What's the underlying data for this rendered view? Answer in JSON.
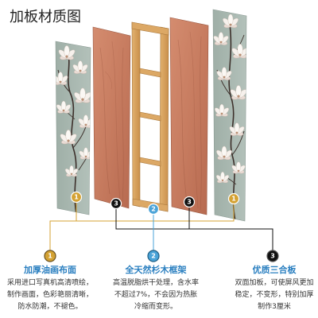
{
  "title": "加板材质图",
  "colors": {
    "gold": "#d4a233",
    "blue": "#4aa3d8",
    "black": "#111111",
    "heading": "#2a7fc0",
    "text": "#333333"
  },
  "diagram": {
    "markers": [
      "1",
      "3",
      "2",
      "3",
      "1"
    ]
  },
  "features": [
    {
      "number": "1",
      "heading": "加厚油画布面",
      "lines": [
        "采用进口写真机高清喷绘，",
        "制作画面，色彩艳丽清晰，",
        "防水防潮，不褪色。"
      ]
    },
    {
      "number": "2",
      "heading": "全天然杉木框架",
      "lines": [
        "高温脱脂烘干处理，含水率",
        "不超过7%，不会因为热胀",
        "冷缩而变形。"
      ]
    },
    {
      "number": "3",
      "heading": "优质三合板",
      "lines": [
        "双面加板，可使屏风更加",
        "稳定，不变形，特别加厚",
        "制作3厘米"
      ]
    }
  ]
}
